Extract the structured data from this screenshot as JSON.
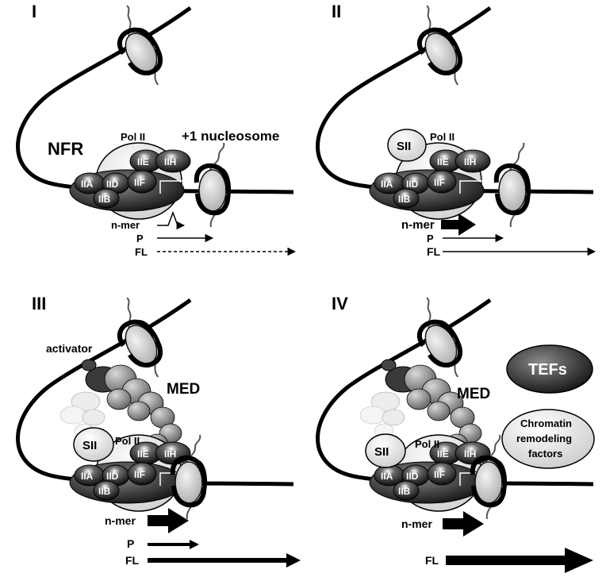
{
  "panels": [
    {
      "numeral": "I",
      "labels": {
        "nfr": "NFR",
        "pol": "Pol II",
        "nucleosome": "+1 nucleosome"
      },
      "factors": {
        "e": "IIE",
        "h": "IIH",
        "a": "IIA",
        "d": "IID",
        "f": "IIF",
        "b": "IIB"
      },
      "transcripts": {
        "nmer": "n-mer",
        "p": "P",
        "fl": "FL"
      }
    },
    {
      "numeral": "II",
      "labels": {
        "sii": "SII",
        "pol": "Pol II"
      },
      "factors": {
        "e": "IIE",
        "h": "IIH",
        "a": "IIA",
        "d": "IID",
        "f": "IIF",
        "b": "IIB"
      },
      "transcripts": {
        "nmer": "n-mer",
        "p": "P",
        "fl": "FL"
      }
    },
    {
      "numeral": "III",
      "labels": {
        "activator": "activator",
        "med": "MED",
        "sii": "SII",
        "pol": "Pol II"
      },
      "factors": {
        "e": "IIE",
        "h": "IIH",
        "a": "IIA",
        "d": "IID",
        "f": "IIF",
        "b": "IIB"
      },
      "transcripts": {
        "nmer": "n-mer",
        "p": "P",
        "fl": "FL"
      }
    },
    {
      "numeral": "IV",
      "labels": {
        "med": "MED",
        "sii": "SII",
        "pol": "Pol II",
        "tefs": "TEFs",
        "remodel1": "Chromatin",
        "remodel2": "remodeling",
        "remodel3": "factors"
      },
      "factors": {
        "e": "IIE",
        "h": "IIH",
        "a": "IIA",
        "d": "IID",
        "f": "IIF",
        "b": "IIB"
      },
      "transcripts": {
        "nmer": "n-mer",
        "fl": "FL"
      }
    }
  ],
  "colors": {
    "dna": "#000000",
    "complex_dark": "#2a2a2a",
    "pol_fill": "#e6e6e6",
    "histone": "#d4d4d4"
  }
}
